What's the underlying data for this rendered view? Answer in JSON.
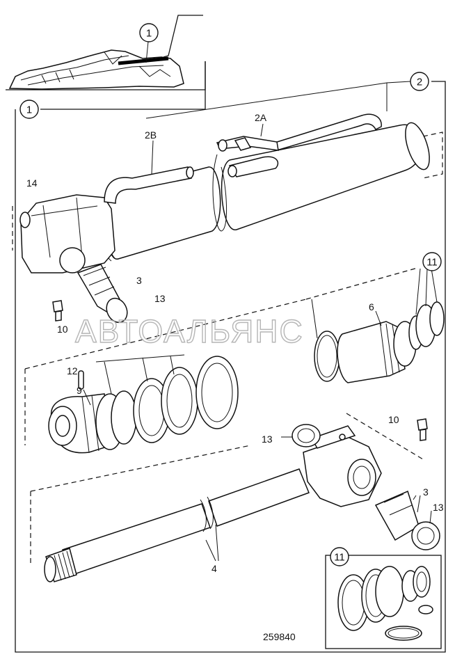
{
  "callouts": {
    "c1_top": "1",
    "c1_box": "1",
    "c2": "2",
    "c11_top": "11",
    "c11_inset": "11"
  },
  "labels": {
    "l2a": "2A",
    "l2b": "2B",
    "l14": "14",
    "l3_top": "3",
    "l13_top": "13",
    "l10_left": "10",
    "l6": "6",
    "l12": "12",
    "l9": "9",
    "l13_mid": "13",
    "l10_right": "10",
    "l3_right": "3",
    "l13_right": "13",
    "l4": "4"
  },
  "drawing_number": "259840",
  "watermark": "АВТОАЛЬЯНС"
}
